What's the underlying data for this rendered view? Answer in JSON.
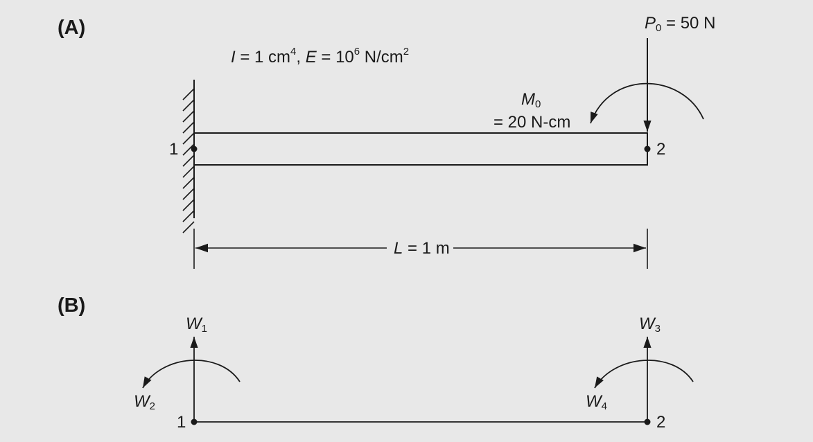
{
  "panels": {
    "a": "(A)",
    "b": "(B)"
  },
  "properties": {
    "I_symbol": "I",
    "I_eq": " = 1 cm",
    "I_exp": "4",
    "sep": ", ",
    "E_symbol": "E",
    "E_eq": " = 10",
    "E_exp": "6",
    "E_unit": " N/cm",
    "E_unit_exp": "2"
  },
  "load_P": {
    "symbol": "P",
    "sub": "0",
    "rest": " = 50 N"
  },
  "moment_M": {
    "symbol": "M",
    "sub": "0",
    "value": "= 20 N-cm"
  },
  "length": {
    "symbol": "L",
    "rest": " = 1 m"
  },
  "nodes": {
    "n1": "1",
    "n2": "2"
  },
  "dof": [
    {
      "symbol": "W",
      "sub": "1"
    },
    {
      "symbol": "W",
      "sub": "2"
    },
    {
      "symbol": "W",
      "sub": "3"
    },
    {
      "symbol": "W",
      "sub": "4"
    }
  ],
  "colors": {
    "ink": "#1a1a1a",
    "background": "#e8e8e8"
  }
}
